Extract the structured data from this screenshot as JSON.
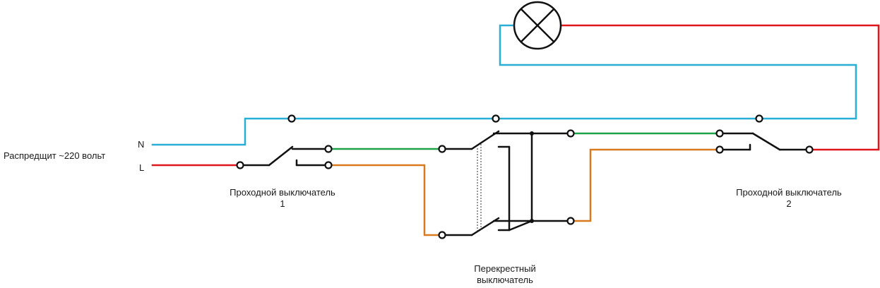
{
  "labels": {
    "source": "Распредщит ~220 вольт",
    "neutral": "N",
    "line": "L",
    "switch1_line1": "Проходной выключатель",
    "switch1_line2": "1",
    "switch2_line1": "Проходной выключатель",
    "switch2_line2": "2",
    "cross_line1": "Перекрестный",
    "cross_line2": "выключатель"
  },
  "colors": {
    "neutral_wire": "#29aed6",
    "phase_wire": "#e0161d",
    "traveler_a": "#1ea34a",
    "traveler_b": "#d97a1f",
    "switch_wire": "#111111"
  },
  "icons": {
    "lamp": "lamp-icon"
  }
}
